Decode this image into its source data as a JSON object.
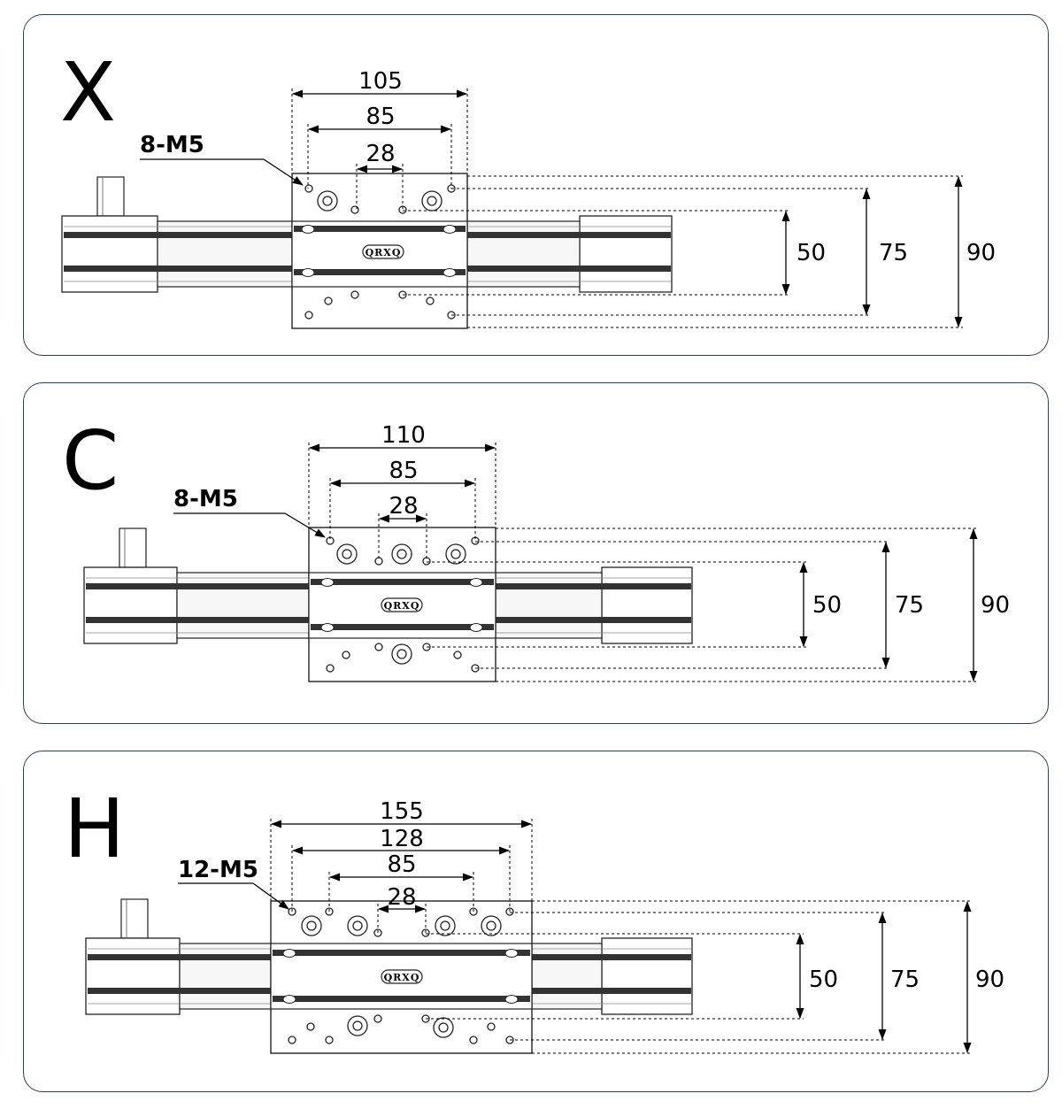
{
  "variants": [
    {
      "letter": "X",
      "thread_label": "8-M5",
      "horizontal_dims": [
        "105",
        "85",
        "28"
      ],
      "vertical_dims": [
        "50",
        "75",
        "90"
      ],
      "brand": "QRXQ"
    },
    {
      "letter": "C",
      "thread_label": "8-M5",
      "horizontal_dims": [
        "110",
        "85",
        "28"
      ],
      "vertical_dims": [
        "50",
        "75",
        "90"
      ],
      "brand": "QRXQ"
    },
    {
      "letter": "H",
      "thread_label": "12-M5",
      "horizontal_dims": [
        "155",
        "128",
        "85",
        "28"
      ],
      "vertical_dims": [
        "50",
        "75",
        "90"
      ],
      "brand": "QRXQ"
    }
  ]
}
